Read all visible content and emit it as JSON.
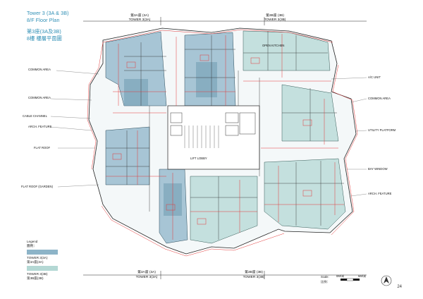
{
  "page": {
    "title_en_line1": "Tower 3 (3A & 3B)",
    "title_en_line2": "8/F  Floor Plan",
    "title_zh_line1": "第3座(3A及3B)",
    "title_zh_line2": "8樓  樓層平面圖",
    "page_number": "24"
  },
  "towers": {
    "top_left_zh": "第3A座 (3A)",
    "top_left_en": "TOWER 3(3A)",
    "top_right_zh": "第3B座 (3B)",
    "top_right_en": "TOWER 3(3B)",
    "bottom_left_zh": "第3A座 (3A)",
    "bottom_left_en": "TOWER 3(3A)",
    "bottom_right_zh": "第3B座 (3B)",
    "bottom_right_en": "TOWER 3(3B)"
  },
  "legend": {
    "title_en": "Legend",
    "title_zh": "圖例：",
    "item1_en": "TOWER 3(3A)",
    "item1_zh": "第3A座(3A)",
    "item2_en": "TOWER 3(3B)",
    "item2_zh": "第3B座(3B)",
    "color_3a": "#8db4c8",
    "color_3b": "#b4d8d4"
  },
  "scale": {
    "label_en": "Scale:",
    "label_zh": "比例：",
    "start": "0M/米",
    "end": "5M/米"
  },
  "annotations": {
    "common_area": "COMMON AREA",
    "flat_roof": "FLAT ROOF",
    "ac_unit": "A/C UNIT",
    "open_kitchen": "OPEN KITCHEN",
    "arch_feature": "ARCH. FEATURE",
    "flat_roof_garden": "FLAT ROOF (GARDEN)",
    "utility_platform": "UTILITY PLATFORM",
    "cable_channel": "CABLE CHANNEL",
    "bay_window": "BAY WINDOW",
    "lift_lobby": "LIFT LOBBY"
  }
}
